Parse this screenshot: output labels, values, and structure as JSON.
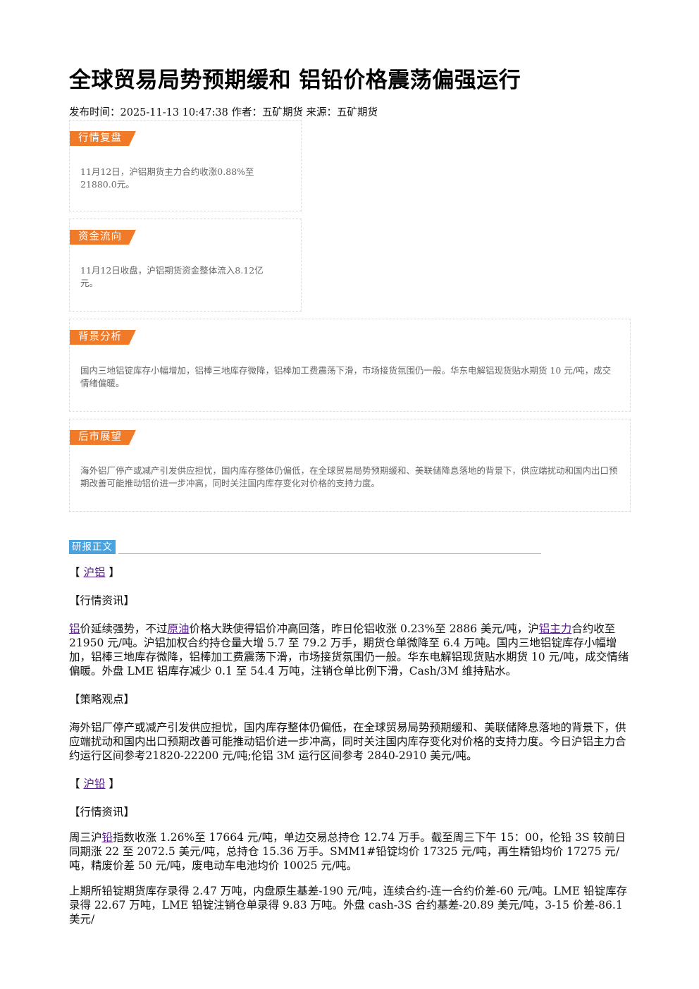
{
  "article": {
    "title": "全球贸易局势预期缓和 铝铅价格震荡偏强运行",
    "meta": "发布时间：2025-11-13 10:47:38 作者：五矿期货 来源：五矿期货"
  },
  "cards": {
    "review": {
      "tag": "行情复盘",
      "text": "11月12日，沪铝期货主力合约收涨0.88%至21880.0元。"
    },
    "capital": {
      "tag": "资金流向",
      "text": "11月12日收盘，沪铝期货资金整体流入8.12亿元。"
    },
    "background": {
      "tag": "背景分析",
      "text": "国内三地铝锭库存小幅增加，铝棒三地库存微降，铝棒加工费震荡下滑，市场接货氛围仍一般。华东电解铝现货贴水期货 10 元/吨，成交情绪偏暖。"
    },
    "outlook": {
      "tag": "后市展望",
      "text": "海外铝厂停产或减产引发供应担忧，国内库存整体仍偏低，在全球贸易局势预期缓和、美联储降息落地的背景下，供应端扰动和国内出口预期改善可能推动铝价进一步冲高，同时关注国内库存变化对价格的支持力度。"
    }
  },
  "report": {
    "section_label": "研报正文",
    "al": {
      "bracket_open": "【",
      "link": "沪铝",
      "bracket_close": "】",
      "news_heading": "【行情资讯】",
      "news": {
        "link1": "铝",
        "t1": "价延续强势，不过",
        "link2": "原油",
        "t2": "价格大跌使得铝价冲高回落，昨日伦铝收涨 0.23%至 2886 美元/吨，沪",
        "link3": "铝主力",
        "t3": "合约收至 21950 元/吨。沪铝加权合约持仓量大增 5.7 至 79.2 万手，期货仓单微降至 6.4 万吨。国内三地铝锭库存小幅增加，铝棒三地库存微降，铝棒加工费震荡下滑，市场接货氛围仍一般。华东电解铝现货贴水期货 10 元/吨，成交情绪偏暖。外盘 LME 铝库存减少 0.1 至 54.4 万吨，注销仓单比例下滑，Cash/3M 维持贴水。"
      },
      "strategy_heading": "【策略观点】",
      "strategy": "海外铝厂停产或减产引发供应担忧，国内库存整体仍偏低，在全球贸易局势预期缓和、美联储降息落地的背景下，供应端扰动和国内出口预期改善可能推动铝价进一步冲高，同时关注国内库存变化对价格的支持力度。今日沪铝主力合约运行区间参考21820-22200 元/吨;伦铝 3M 运行区间参考 2840-2910 美元/吨。"
    },
    "pb": {
      "bracket_open": "【",
      "link": "沪铅",
      "bracket_close": "】",
      "news_heading": "【行情资讯】",
      "news1": {
        "t1": "周三沪",
        "link1": "铅",
        "t2": "指数收涨 1.26%至 17664 元/吨，单边交易总持仓 12.74 万手。截至周三下午 15：00，伦铅 3S 较前日同期涨 22 至 2072.5 美元/吨，总持仓 15.36 万手。SMM1#铅锭均价 17325 元/吨，再生精铅均价 17275 元/吨，精废价差 50 元/吨，废电动车电池均价 10025 元/吨。"
      },
      "news2": "上期所铅锭期货库存录得 2.47 万吨，内盘原生基差-190 元/吨，连续合约-连一合约价差-60 元/吨。LME 铅锭库存录得 22.67 万吨，LME 铅锭注销仓单录得 9.83 万吨。外盘 cash-3S 合约基差-20.89 美元/吨，3-15 价差-86.1 美元/"
    }
  }
}
